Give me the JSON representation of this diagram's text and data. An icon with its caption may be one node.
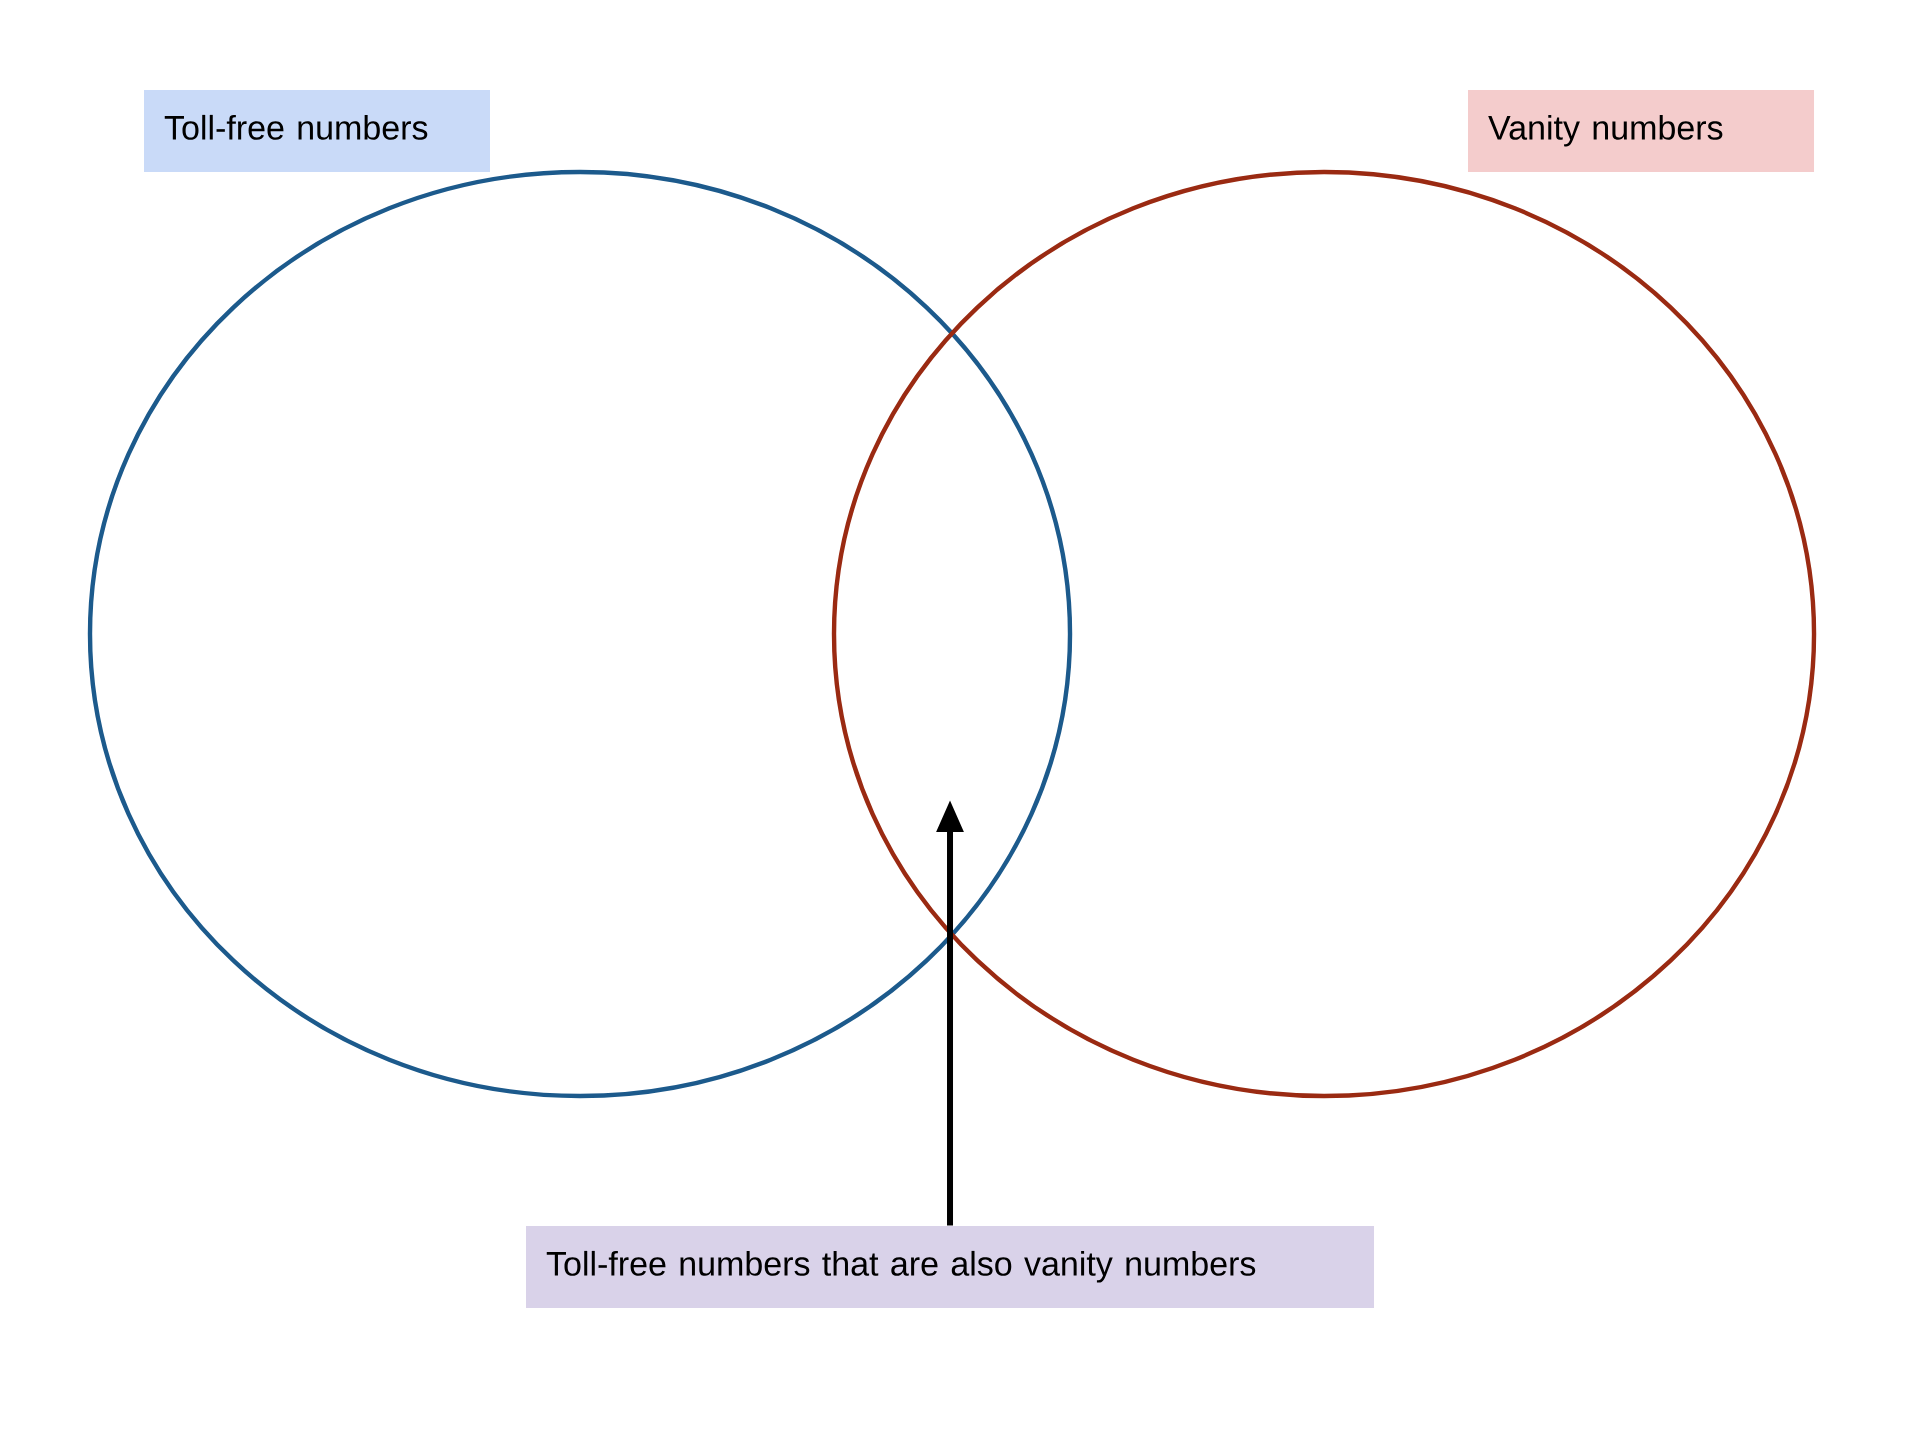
{
  "diagram": {
    "nodes": [
      {
        "text": [
          "Toll-free numbers"
        ]
      },
      {
        "text": [
          "Vanity numbers"
        ]
      },
      {
        "text": [],
        "shape": "circle"
      },
      {
        "text": [],
        "shape": "circle"
      },
      {
        "text": [
          "Toll-free numbers that are also vanity numbers"
        ]
      }
    ],
    "edges": [
      {
        "from": 4,
        "to": 2,
        "arrow": "to"
      },
      {
        "from": 4,
        "to": 3,
        "arrow": "to"
      }
    ]
  }
}
